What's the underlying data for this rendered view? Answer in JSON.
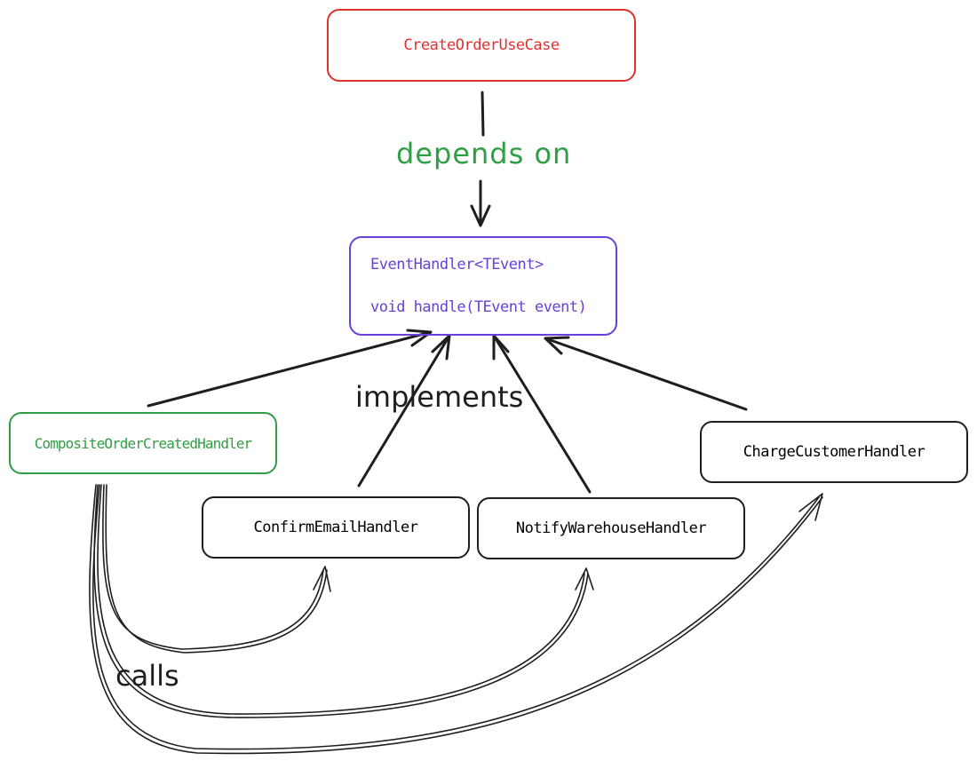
{
  "nodes": {
    "create_order_use_case": {
      "label": "CreateOrderUseCase",
      "color": "#e03131"
    },
    "event_handler": {
      "line1": "EventHandler<TEvent>",
      "line2": "void handle(TEvent event)",
      "color": "#6741d9"
    },
    "composite_handler": {
      "label": "CompositeOrderCreatedHandler",
      "color": "#2f9e44"
    },
    "confirm_email_handler": {
      "label": "ConfirmEmailHandler",
      "color": "#1e1e1e"
    },
    "notify_warehouse_handler": {
      "label": "NotifyWarehouseHandler",
      "color": "#1e1e1e"
    },
    "charge_customer_handler": {
      "label": "ChargeCustomerHandler",
      "color": "#1e1e1e"
    }
  },
  "edge_labels": {
    "depends_on": "depends on",
    "implements": "implements",
    "calls": "calls"
  },
  "colors": {
    "stroke": "#1e1e1e",
    "depends_label": "#2f9e44"
  }
}
